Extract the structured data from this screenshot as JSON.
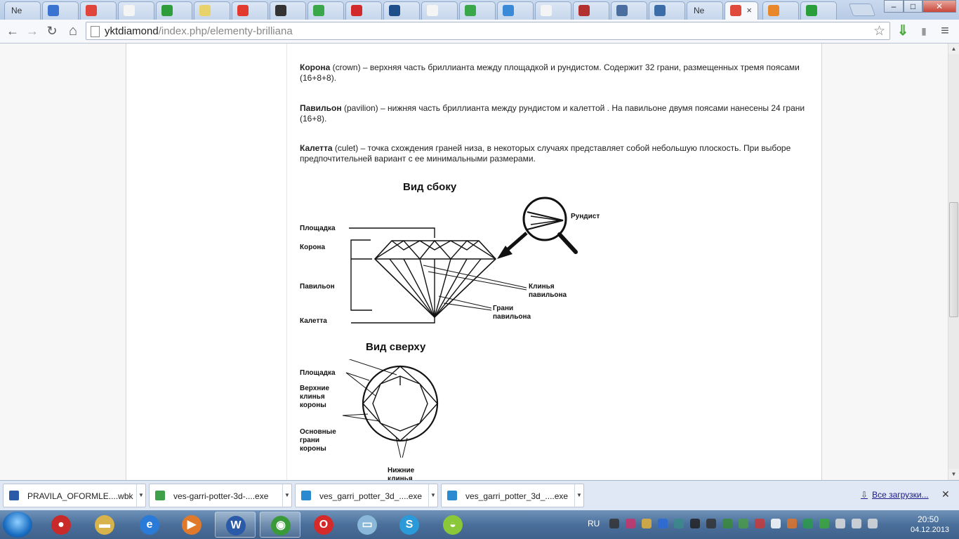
{
  "tabs": [
    {
      "label": "Ne",
      "icon": "text-tab-icon",
      "color": "#bcd0ea"
    },
    {
      "label": "",
      "icon": "blue-circle-tab-icon",
      "color": "#3a74d0"
    },
    {
      "label": "",
      "icon": "target-tab-icon",
      "color": "#e0443a"
    },
    {
      "label": "",
      "icon": "page-tab-icon",
      "color": "#f4f4f4"
    },
    {
      "label": "",
      "icon": "windows-tab-icon",
      "color": "#2f9e3a"
    },
    {
      "label": "",
      "icon": "yellow-tab-icon",
      "color": "#e8d26a"
    },
    {
      "label": "",
      "icon": "yandex-tab-icon",
      "color": "#e23a2e"
    },
    {
      "label": "",
      "icon": "graduation-cap-tab-icon",
      "color": "#333333"
    },
    {
      "label": "",
      "icon": "green-check-tab-icon",
      "color": "#39a74a"
    },
    {
      "label": "",
      "icon": "red-x-tab-icon",
      "color": "#d22a2a"
    },
    {
      "label": "",
      "icon": "r-tab-icon",
      "color": "#1f4f8a"
    },
    {
      "label": "",
      "icon": "page-tab-icon",
      "color": "#f4f4f4"
    },
    {
      "label": "",
      "icon": "green-check-tab-icon",
      "color": "#39a74a"
    },
    {
      "label": "",
      "icon": "v-tab-icon",
      "color": "#3a8ad8"
    },
    {
      "label": "",
      "icon": "page-tab-icon",
      "color": "#f4f4f4"
    },
    {
      "label": "",
      "icon": "grid-tab-icon",
      "color": "#b23030"
    },
    {
      "label": "",
      "icon": "play-tab-icon",
      "color": "#4a6ea0"
    },
    {
      "label": "",
      "icon": "b-tab-icon",
      "color": "#3b6ea8"
    },
    {
      "label": "Ne",
      "icon": "text-tab-icon",
      "color": "#bcd0ea"
    },
    {
      "label": "",
      "icon": "google-tab-icon",
      "color": "#e04a3a",
      "active": true,
      "close": "×"
    },
    {
      "label": "",
      "icon": "joomla-tab-icon",
      "color": "#e8882a"
    },
    {
      "label": "",
      "icon": "download-tab-icon",
      "color": "#2a9e3a"
    }
  ],
  "window": {
    "minimize": "–",
    "maximize": "□",
    "close": "✕"
  },
  "toolbar": {
    "back": "←",
    "forward": "→",
    "reload": "↻",
    "home": "⌂",
    "url_domain": "yktdiamond",
    "url_path": "/index.php/elementy-brilliana",
    "star": "☆",
    "download_icon": "⇓",
    "stats_icon": "▮",
    "menu_icon": "≡"
  },
  "article": {
    "p1_term": "Корона",
    "p1_text": " (crown) – верхняя часть бриллианта между площадкой и рундистом. Содержит 32 грани, размещенных тремя поясами (16+8+8).",
    "p2_term": "Павильон",
    "p2_text": " (pavilion) – нижняя часть бриллианта между рундистом и калеттой . На павильоне двумя поясами нанесены 24 грани (16+8).",
    "p3_term": "Калетта",
    "p3_text": " (culet) – точка схождения граней низа, в некоторых случаях представляет собой небольшую плоскость. При выборе предпочтительней вариант с ее минимальными размерами."
  },
  "diagram_side": {
    "title": "Вид сбоку",
    "labels": {
      "table": "Площадка",
      "crown": "Корона",
      "pavilion": "Павильон",
      "culet": "Калетта",
      "girdle": "Рундист",
      "pavilion_wedges": "Клинья\nпавильона",
      "pavilion_facets": "Грани\nпавильона"
    }
  },
  "diagram_top": {
    "title": "Вид сверху",
    "labels": {
      "table": "Площадка",
      "upper_wedges": "Верхние\nклинья\nкороны",
      "main_facets": "Основные\nграни\nкороны",
      "lower": "Нижние\nклинья"
    }
  },
  "downloads": {
    "items": [
      {
        "name": "PRAVILA_OFORMLE....wbk",
        "icon": "word-file-icon",
        "color": "#2b5aa8"
      },
      {
        "name": "ves-garri-potter-3d-....exe",
        "icon": "download-arrow-icon",
        "color": "#3fa04a"
      },
      {
        "name": "ves_garri_potter_3d_....exe",
        "icon": "zip-file-icon",
        "color": "#2a8ad0"
      },
      {
        "name": "ves_garri_potter_3d_....exe",
        "icon": "zip-file-icon",
        "color": "#2a8ad0"
      }
    ],
    "menu_arrow": "▼",
    "all_downloads": "Все загрузки...",
    "close": "✕"
  },
  "taskbar": {
    "apps": [
      {
        "name": "media-app",
        "icon": "media-icon",
        "color": "#c82a2a",
        "label": "●"
      },
      {
        "name": "explorer-app",
        "icon": "folder-icon",
        "color": "#d8b24a",
        "label": "▬"
      },
      {
        "name": "ie-app",
        "icon": "ie-icon",
        "color": "#2a7ad8",
        "label": "e"
      },
      {
        "name": "player-app",
        "icon": "player-icon",
        "color": "#e07a2a",
        "label": "▶"
      },
      {
        "name": "word-app",
        "icon": "word-icon",
        "color": "#2b5aa8",
        "label": "W",
        "open": true
      },
      {
        "name": "chrome-app",
        "icon": "chrome-icon",
        "color": "#3a9a3a",
        "label": "◉",
        "open": true
      },
      {
        "name": "opera-app",
        "icon": "opera-icon",
        "color": "#d42a2a",
        "label": "O"
      },
      {
        "name": "notepad-app",
        "icon": "notepad-icon",
        "color": "#8ab8d8",
        "label": "▭"
      },
      {
        "name": "skype-app",
        "icon": "skype-icon",
        "color": "#2a9ad8",
        "label": "S"
      },
      {
        "name": "paint-app",
        "icon": "paint-icon",
        "color": "#8ac83a",
        "label": "◒"
      }
    ],
    "lang": "RU",
    "time": "20:50",
    "date": "04.12.2013"
  }
}
